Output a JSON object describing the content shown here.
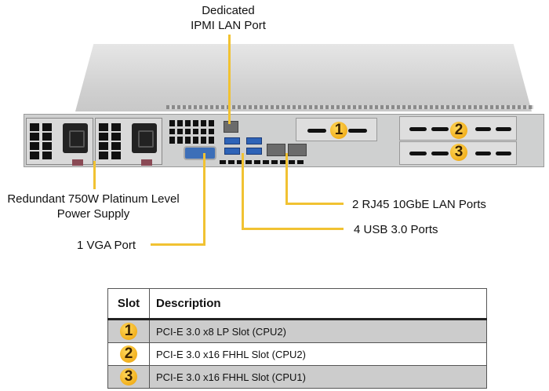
{
  "callouts": {
    "ipmi_line1": "Dedicated",
    "ipmi_line2": "IPMI LAN Port",
    "psu_line1": "Redundant 750W Platinum Level",
    "psu_line2": "Power Supply",
    "vga": "1 VGA Port",
    "lan": "2 RJ45 10GbE LAN Ports",
    "usb": "4 USB 3.0 Ports"
  },
  "slot_badges": [
    "1",
    "2",
    "3"
  ],
  "table": {
    "headers": {
      "slot": "Slot",
      "description": "Description"
    },
    "rows": [
      {
        "slot": "1",
        "description": "PCI-E 3.0 x8 LP Slot (CPU2)",
        "shaded": true
      },
      {
        "slot": "2",
        "description": "PCI-E 3.0 x16 FHHL Slot (CPU2)",
        "shaded": false
      },
      {
        "slot": "3",
        "description": "PCI-E 3.0 x16 FHHL Slot (CPU1)",
        "shaded": true
      }
    ]
  },
  "colors": {
    "leader": "#f1c232",
    "badge": "#f2b01e",
    "row_shade": "#cccccc"
  }
}
